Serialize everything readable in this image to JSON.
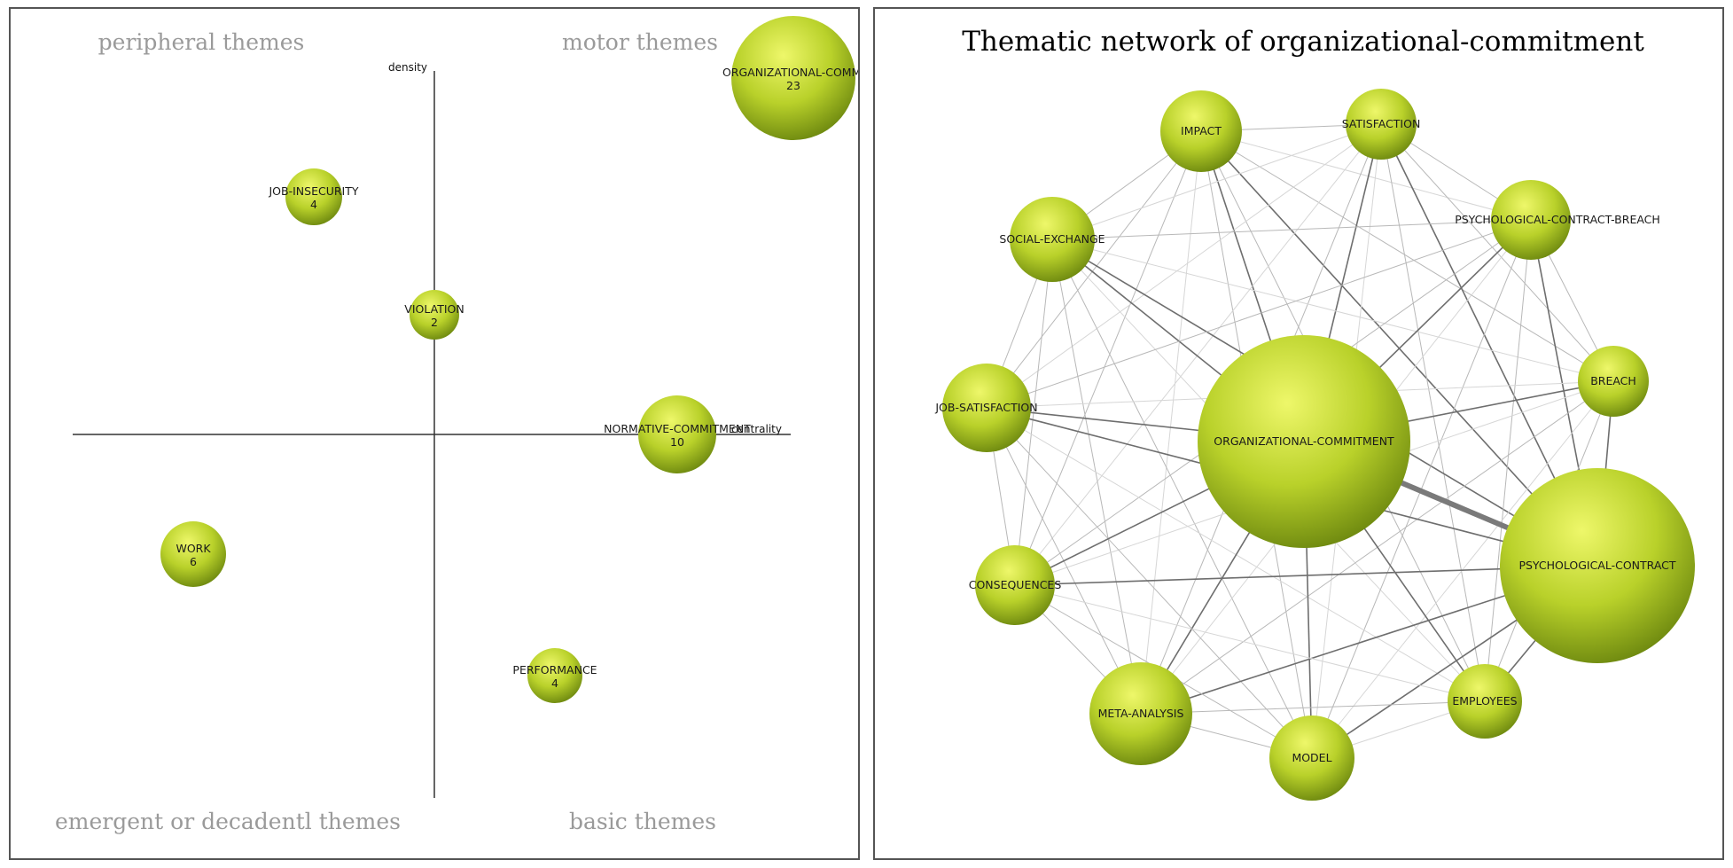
{
  "strategic_map": {
    "quadrants": {
      "top_left": "peripheral themes",
      "top_right": "motor themes",
      "bottom_left": "emergent or decadentl themes",
      "bottom_right": "basic themes"
    },
    "axes": {
      "y_label": "density",
      "x_label": "centrality"
    },
    "themes": [
      {
        "name": "ORGANIZATIONAL-COMMI",
        "count": "23"
      },
      {
        "name": "JOB-INSECURITY",
        "count": "4"
      },
      {
        "name": "VIOLATION",
        "count": "2"
      },
      {
        "name": "NORMATIVE-COMMITMENT",
        "count": "10"
      },
      {
        "name": "WORK",
        "count": "6"
      },
      {
        "name": "PERFORMANCE",
        "count": "4"
      }
    ]
  },
  "network": {
    "title": "Thematic network of organizational-commitment",
    "nodes": [
      {
        "name": "IMPACT"
      },
      {
        "name": "SATISFACTION"
      },
      {
        "name": "SOCIAL-EXCHANGE"
      },
      {
        "name": "PSYCHOLOGICAL-CONTRACT-BREACH"
      },
      {
        "name": "BREACH"
      },
      {
        "name": "JOB-SATISFACTION"
      },
      {
        "name": "ORGANIZATIONAL-COMMITMENT"
      },
      {
        "name": "PSYCHOLOGICAL-CONTRACT"
      },
      {
        "name": "CONSEQUENCES"
      },
      {
        "name": "META-ANALYSIS"
      },
      {
        "name": "EMPLOYEES"
      },
      {
        "name": "MODEL"
      }
    ]
  },
  "colors": {
    "node_light": "#e4f25a",
    "node_dark": "#6f8a10",
    "axis": "#333333"
  }
}
